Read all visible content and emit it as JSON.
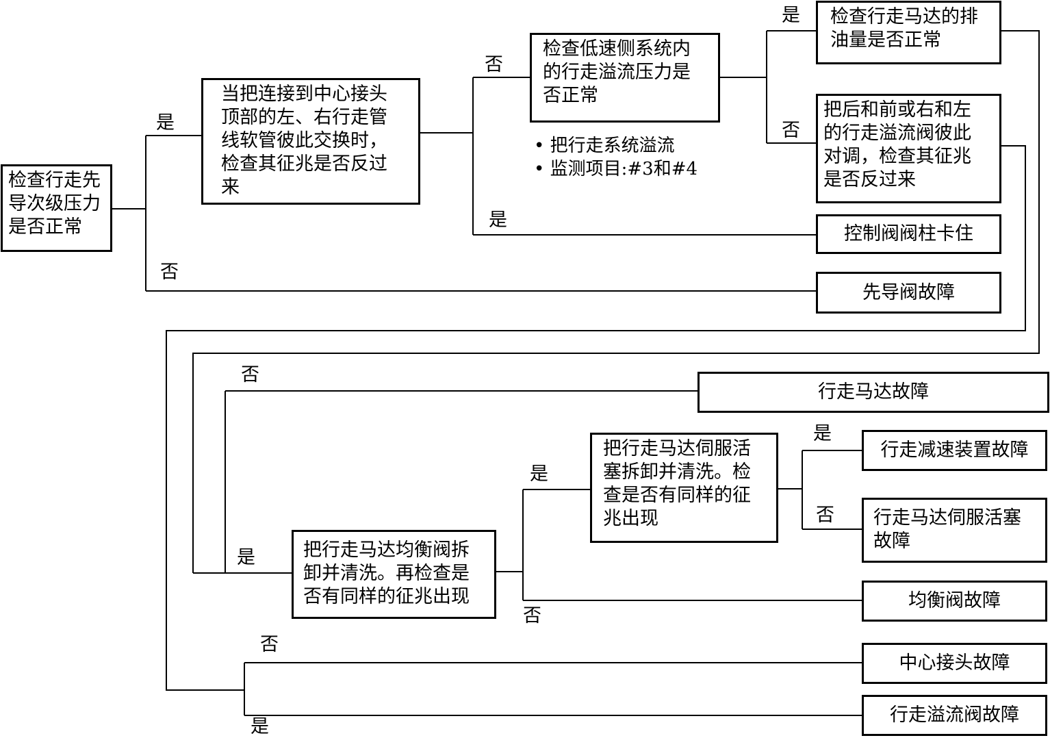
{
  "nodes": {
    "start": "检查行走先\n导次级压力\n是否正常",
    "swap_hoses": "当把连接到中心接头\n顶部的左、右行走管\n线软管彼此交换时，\n检查其征兆是否反过\n来",
    "low_side_relief": "检查低速侧系统内\n的行走溢流压力是\n否正常",
    "motor_drain": "检查行走马达的排\n油量是否正常",
    "swap_relief_valves": "把后和前或右和左\n的行走溢流阀彼此\n对调，检查其征兆\n是否反过来",
    "spool_stuck": "控制阀阀柱卡住",
    "pilot_fault": "先导阀故障",
    "motor_fault": "行走马达故障",
    "servo_clean": "把行走马达伺服活\n塞拆卸并清洗。检\n查是否有同样的征\n兆出现",
    "reducer_fault": "行走减速装置故障",
    "servo_fault": "行走马达伺服活塞\n故障",
    "balance_clean": "把行走马达均衡阀拆\n卸并清洗。再检查是\n否有同样的征兆出现",
    "balance_fault": "均衡阀故障",
    "center_joint_fault": "中心接头故障",
    "relief_fault": "行走溢流阀故障"
  },
  "notes": [
    "把行走系统溢流",
    "监测项目:#3和#4"
  ],
  "labels": {
    "yes": "是",
    "no": "否"
  }
}
